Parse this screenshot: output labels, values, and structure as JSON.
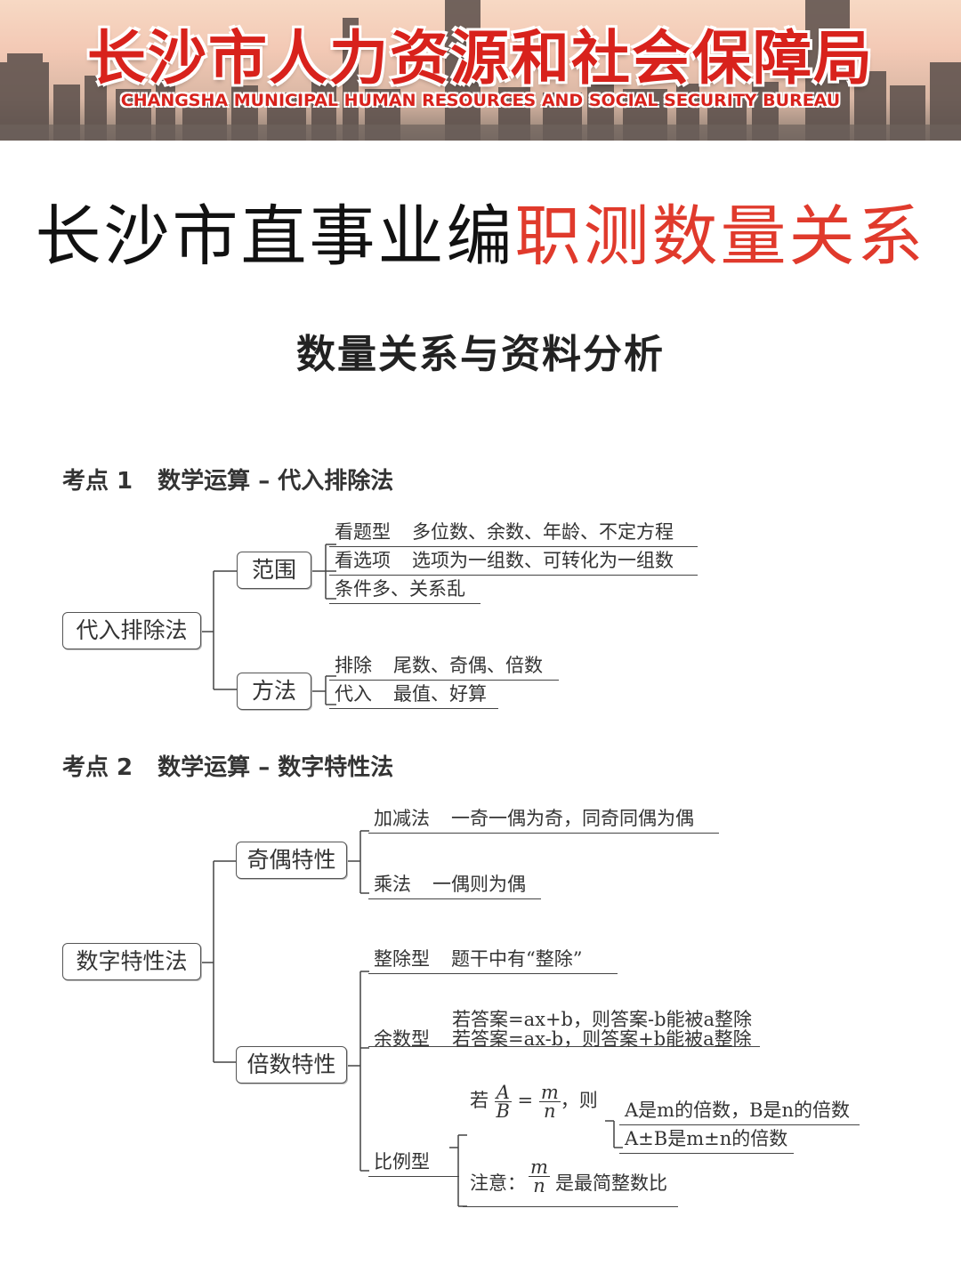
{
  "banner": {
    "title": "长沙市人力资源和社会保障局",
    "subtitle": "CHANGSHA MUNICIPAL HUMAN RESOURCES AND SOCIAL SECURITY BUREAU"
  },
  "headline": {
    "part1": "长沙市直事业编",
    "part2": "职测数量关系"
  },
  "doc_title": "数量关系与资料分析",
  "section1": {
    "num": "考点 1",
    "title": "数学运算 – 代入排除法",
    "root": "代入排除法",
    "branches": [
      {
        "label": "范围",
        "items": [
          {
            "a": "看题型",
            "b": "多位数、余数、年龄、不定方程"
          },
          {
            "a": "看选项",
            "b": "选项为一组数、可转化为一组数"
          },
          {
            "a": "条件多、关系乱",
            "b": ""
          }
        ]
      },
      {
        "label": "方法",
        "items": [
          {
            "a": "排除",
            "b": "尾数、奇偶、倍数"
          },
          {
            "a": "代入",
            "b": "最值、好算"
          }
        ]
      }
    ]
  },
  "section2": {
    "num": "考点 2",
    "title": "数学运算 – 数字特性法",
    "root": "数字特性法",
    "parity": {
      "label": "奇偶特性",
      "items": [
        {
          "a": "加减法",
          "b": "一奇一偶为奇，同奇同偶为偶"
        },
        {
          "a": "乘法",
          "b": "一偶则为偶"
        }
      ]
    },
    "multiple": {
      "label": "倍数特性",
      "divisible": {
        "a": "整除型",
        "b": "题干中有“整除”"
      },
      "remainder": {
        "label": "余数型",
        "line1": "若答案=ax+b，则答案-b能被a整除",
        "line2": "若答案=ax-b，则答案+b能被a整除"
      },
      "ratio": {
        "label": "比例型",
        "if_word": "若",
        "frac1_top": "A",
        "frac1_bottom": "B",
        "eq": "=",
        "frac2_top": "m",
        "frac2_bottom": "n",
        "then_word": "，则",
        "result1": "A是m的倍数，B是n的倍数",
        "result2": "A±B是m±n的倍数",
        "note_prefix": "注意：",
        "note_frac_top": "m",
        "note_frac_bottom": "n",
        "note_suffix": "是最简整数比"
      }
    }
  }
}
